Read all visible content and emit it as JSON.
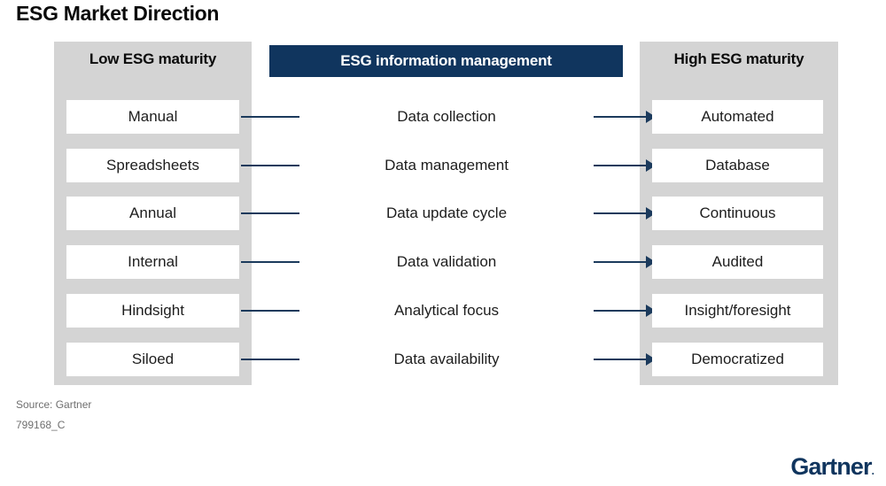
{
  "title": "ESG Market Direction",
  "columns": {
    "left_header": "Low ESG maturity",
    "center_header": "ESG information management",
    "right_header": "High ESG maturity"
  },
  "colors": {
    "navy": "#10355e",
    "panel_gray": "#d4d4d4",
    "connector": "#1b3a5c",
    "chip_bg": "#ffffff",
    "footer_text": "#6f6f6f"
  },
  "rows": [
    {
      "low": "Manual",
      "dimension": "Data collection",
      "high": "Automated"
    },
    {
      "low": "Spreadsheets",
      "dimension": "Data management",
      "high": "Database"
    },
    {
      "low": "Annual",
      "dimension": "Data update cycle",
      "high": "Continuous"
    },
    {
      "low": "Internal",
      "dimension": "Data validation",
      "high": "Audited"
    },
    {
      "low": "Hindsight",
      "dimension": "Analytical focus",
      "high": "Insight/foresight"
    },
    {
      "low": "Siloed",
      "dimension": "Data availability",
      "high": "Democratized"
    }
  ],
  "footer": {
    "source": "Source: Gartner",
    "doc_id": "799168_C",
    "logo": "Gartner",
    "logo_mark": "."
  }
}
